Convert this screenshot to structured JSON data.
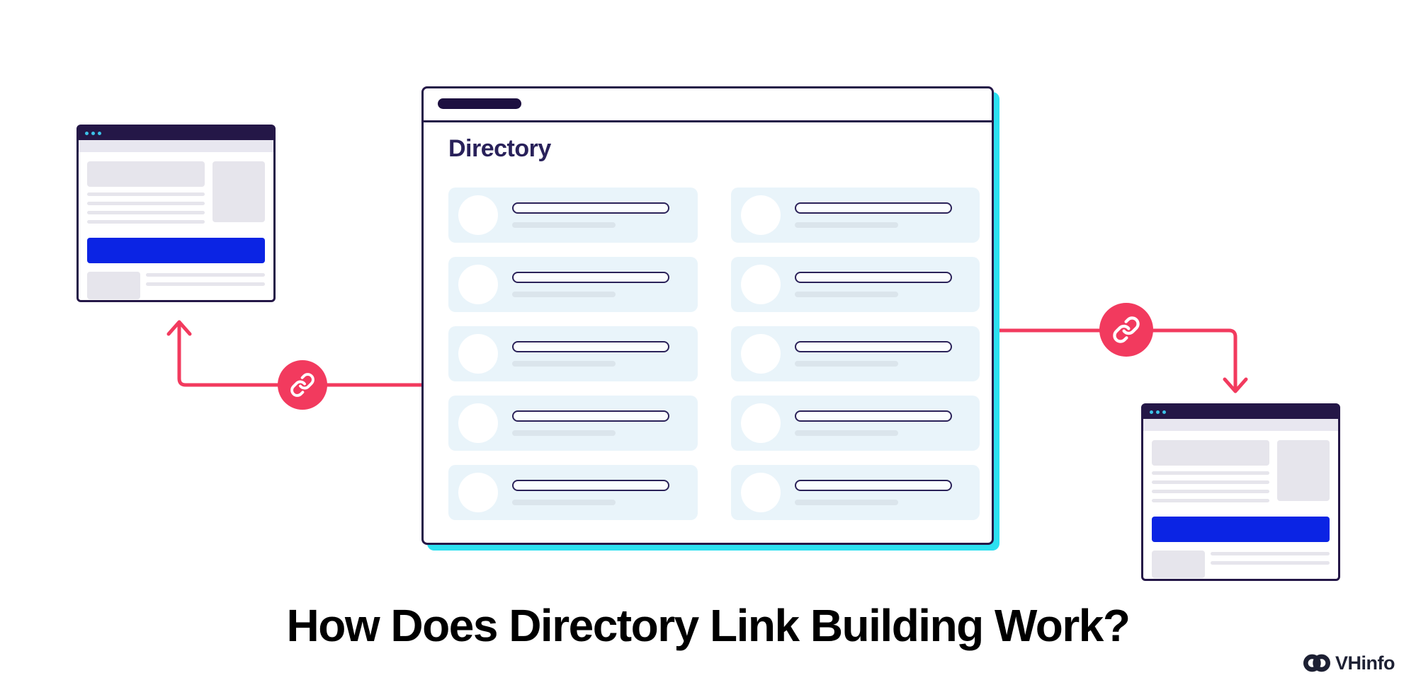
{
  "title": "How Does Directory Link Building Work?",
  "brand": {
    "name": "VHinfo",
    "icon": "chain-logo-icon",
    "text_color": "#1d2033"
  },
  "directory_window": {
    "heading": "Directory",
    "rows": 5,
    "columns": 2,
    "item_count": 10
  },
  "website_thumbnails": {
    "left": {
      "kind": "browser-wireframe",
      "cta_color": "#0b24e4"
    },
    "right": {
      "kind": "browser-wireframe",
      "cta_color": "#0b24e4"
    }
  },
  "connections": [
    {
      "from": "directory-window",
      "to": "website-thumbnail-left",
      "badge_icon": "link-icon",
      "arrow_direction": "up"
    },
    {
      "from": "directory-window",
      "to": "website-thumbnail-right",
      "badge_icon": "link-icon",
      "arrow_direction": "down"
    }
  ],
  "colors": {
    "window_chrome_navy": "#241747",
    "link_badge_pink": "#f23a5e",
    "cta_blue": "#0b24e4",
    "window_shadow_cyan": "#2ce0f0",
    "directory_card_blue": "#e9f4fa",
    "titlebar_dot_cyan": "#3cc2e8",
    "placeholder_gray": "#e6e5ec",
    "heading_navy": "#29215a"
  }
}
